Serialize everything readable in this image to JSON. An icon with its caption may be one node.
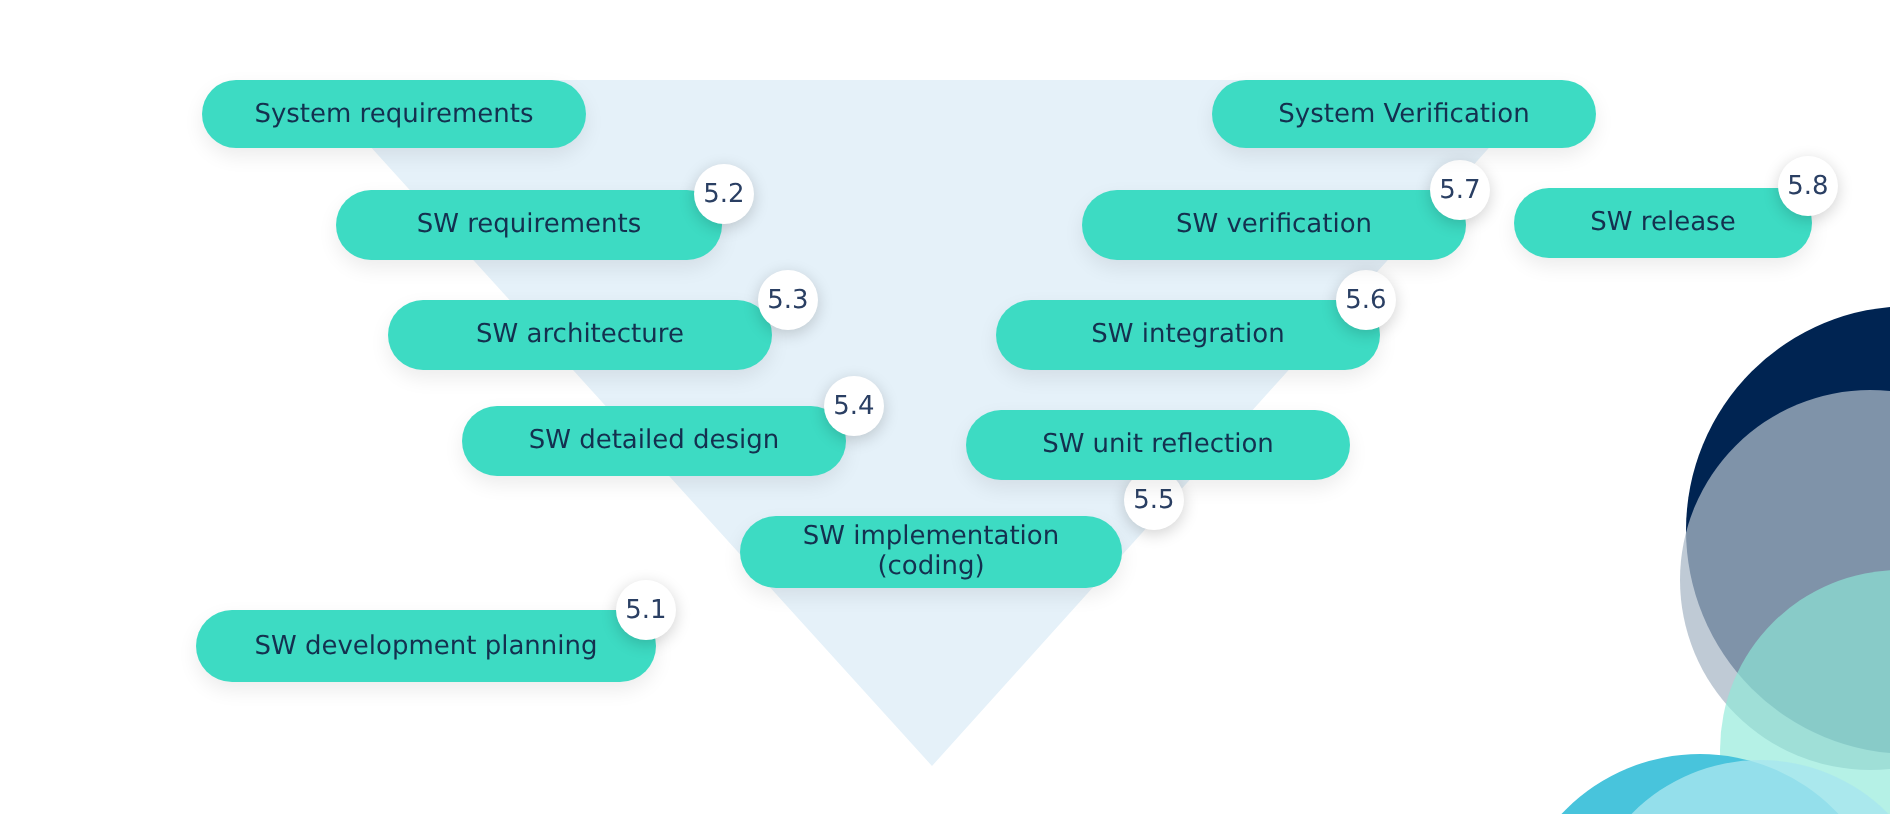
{
  "diagram": {
    "nodes": [
      {
        "text": [
          "System requirements"
        ]
      },
      {
        "text": [
          "SW requirements"
        ],
        "beside": [
          "5.2"
        ]
      },
      {
        "text": [
          "SW architecture"
        ],
        "beside": [
          "5.3"
        ]
      },
      {
        "text": [
          "SW detailed design"
        ],
        "beside": [
          "5.4"
        ]
      },
      {
        "text": [
          "SW implementation (coding)"
        ],
        "beside": [
          "5.5"
        ]
      },
      {
        "text": [
          "SW unit reflection"
        ]
      },
      {
        "text": [
          "SW integration"
        ],
        "beside": [
          "5.6"
        ]
      },
      {
        "text": [
          "SW verification"
        ],
        "beside": [
          "5.7"
        ]
      },
      {
        "text": [
          "System Verification"
        ]
      },
      {
        "text": [
          "SW release"
        ],
        "beside": [
          "5.8"
        ]
      },
      {
        "text": [
          "SW development planning"
        ],
        "beside": [
          "5.1"
        ]
      }
    ]
  }
}
